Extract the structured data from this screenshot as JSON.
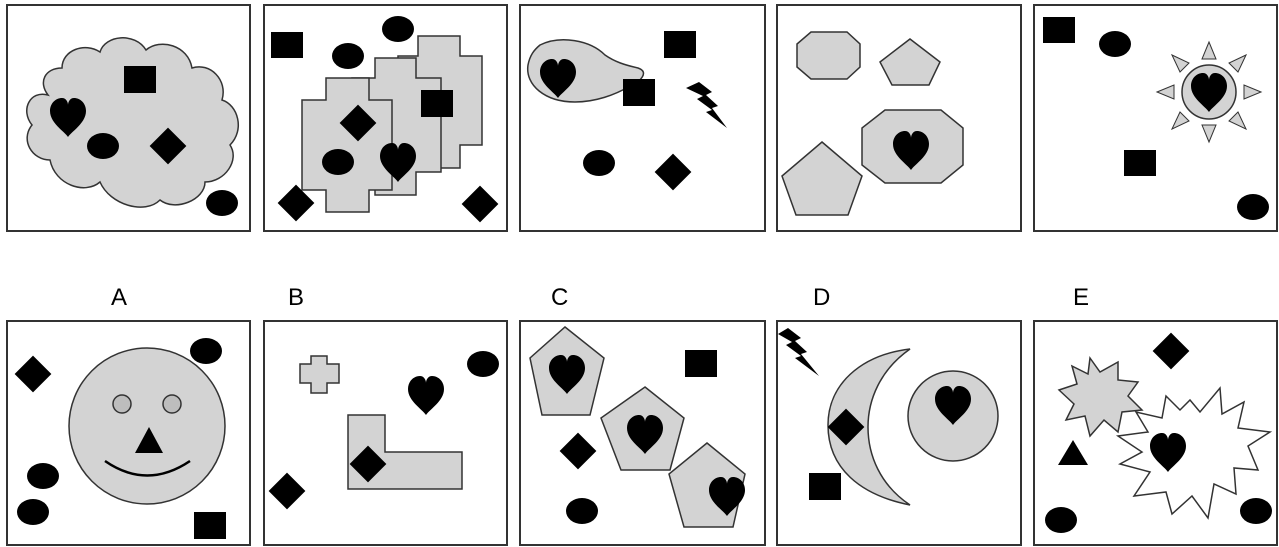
{
  "colors": {
    "fill_gray": "#d3d3d3",
    "ink": "#000000",
    "frame": "#333333",
    "eye_gray": "#bdbdbd"
  },
  "question_panels": [
    {
      "panel": "cloud",
      "shapes": [
        "cloud",
        "heart",
        "rectangle",
        "ellipse",
        "diamond",
        "ellipse"
      ]
    },
    {
      "panel": "crosses",
      "shapes": [
        "cross",
        "cross",
        "cross",
        "rectangle",
        "ellipse",
        "ellipse",
        "rectangle",
        "diamond",
        "ellipse",
        "heart",
        "diamond",
        "diamond"
      ]
    },
    {
      "panel": "blob",
      "shapes": [
        "blob",
        "heart",
        "rectangle",
        "rectangle",
        "lightning-bolt",
        "ellipse",
        "diamond"
      ]
    },
    {
      "panel": "polygons",
      "shapes": [
        "octagon",
        "pentagon",
        "pentagon",
        "octagon",
        "heart"
      ]
    },
    {
      "panel": "sun",
      "shapes": [
        "rectangle",
        "ellipse",
        "sun",
        "heart",
        "rectangle",
        "ellipse"
      ]
    }
  ],
  "answer_options": [
    {
      "label": "A",
      "panel": "smiley",
      "shapes": [
        "diamond",
        "smiley-face",
        "ellipse",
        "ellipse",
        "ellipse",
        "rectangle"
      ]
    },
    {
      "label": "B",
      "panel": "l-shape",
      "shapes": [
        "cross",
        "ellipse",
        "heart",
        "l-shape",
        "diamond",
        "diamond"
      ]
    },
    {
      "label": "C",
      "panel": "pentagons",
      "shapes": [
        "pentagon",
        "heart",
        "rectangle",
        "pentagon",
        "heart",
        "diamond",
        "pentagon",
        "heart",
        "ellipse"
      ]
    },
    {
      "label": "D",
      "panel": "moon",
      "shapes": [
        "lightning-bolt",
        "crescent-moon",
        "circle",
        "heart",
        "diamond",
        "rectangle"
      ]
    },
    {
      "label": "E",
      "panel": "stars",
      "shapes": [
        "diamond",
        "starburst",
        "triangle",
        "starburst",
        "heart",
        "ellipse",
        "ellipse"
      ]
    }
  ]
}
